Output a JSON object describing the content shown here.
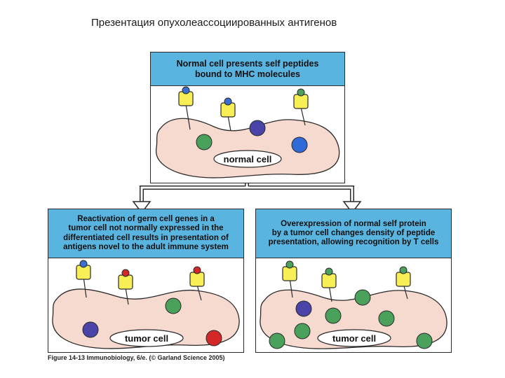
{
  "title": "Презентация опухолеассоциированных антигенов",
  "top_panel": {
    "heading_line1": "Normal cell presents self peptides",
    "heading_line2": "bound to MHC molecules",
    "cell_label": "normal cell"
  },
  "left_panel": {
    "heading_line1": "Reactivation of germ cell genes in a",
    "heading_line2": "tumor cell not normally expressed in the",
    "heading_line3": "differentiated cell results in presentation of",
    "heading_line4": "antigens novel to the adult immune system",
    "cell_label": "tumor cell"
  },
  "right_panel": {
    "heading_line1": "Overexpression of normal self protein",
    "heading_line2": "by a tumor cell changes density of peptide",
    "heading_line3": "presentation, allowing recognition by T cells",
    "cell_label": "tumor cell"
  },
  "figure_caption": "Figure 14-13 Immunobiology, 6/e. (© Garland Science 2005)",
  "colors": {
    "banner": "#5ab4e0",
    "cell": "#f6d9cf",
    "mhc": "#f8ee55",
    "peptide_blue": "#3a6fd0",
    "peptide_red": "#d42828",
    "peptide_green": "#4aa15c",
    "protein_purple": "#4a44a8",
    "protein_green": "#4aa15c",
    "protein_red": "#d42828",
    "protein_blue": "#2f6bd8"
  }
}
